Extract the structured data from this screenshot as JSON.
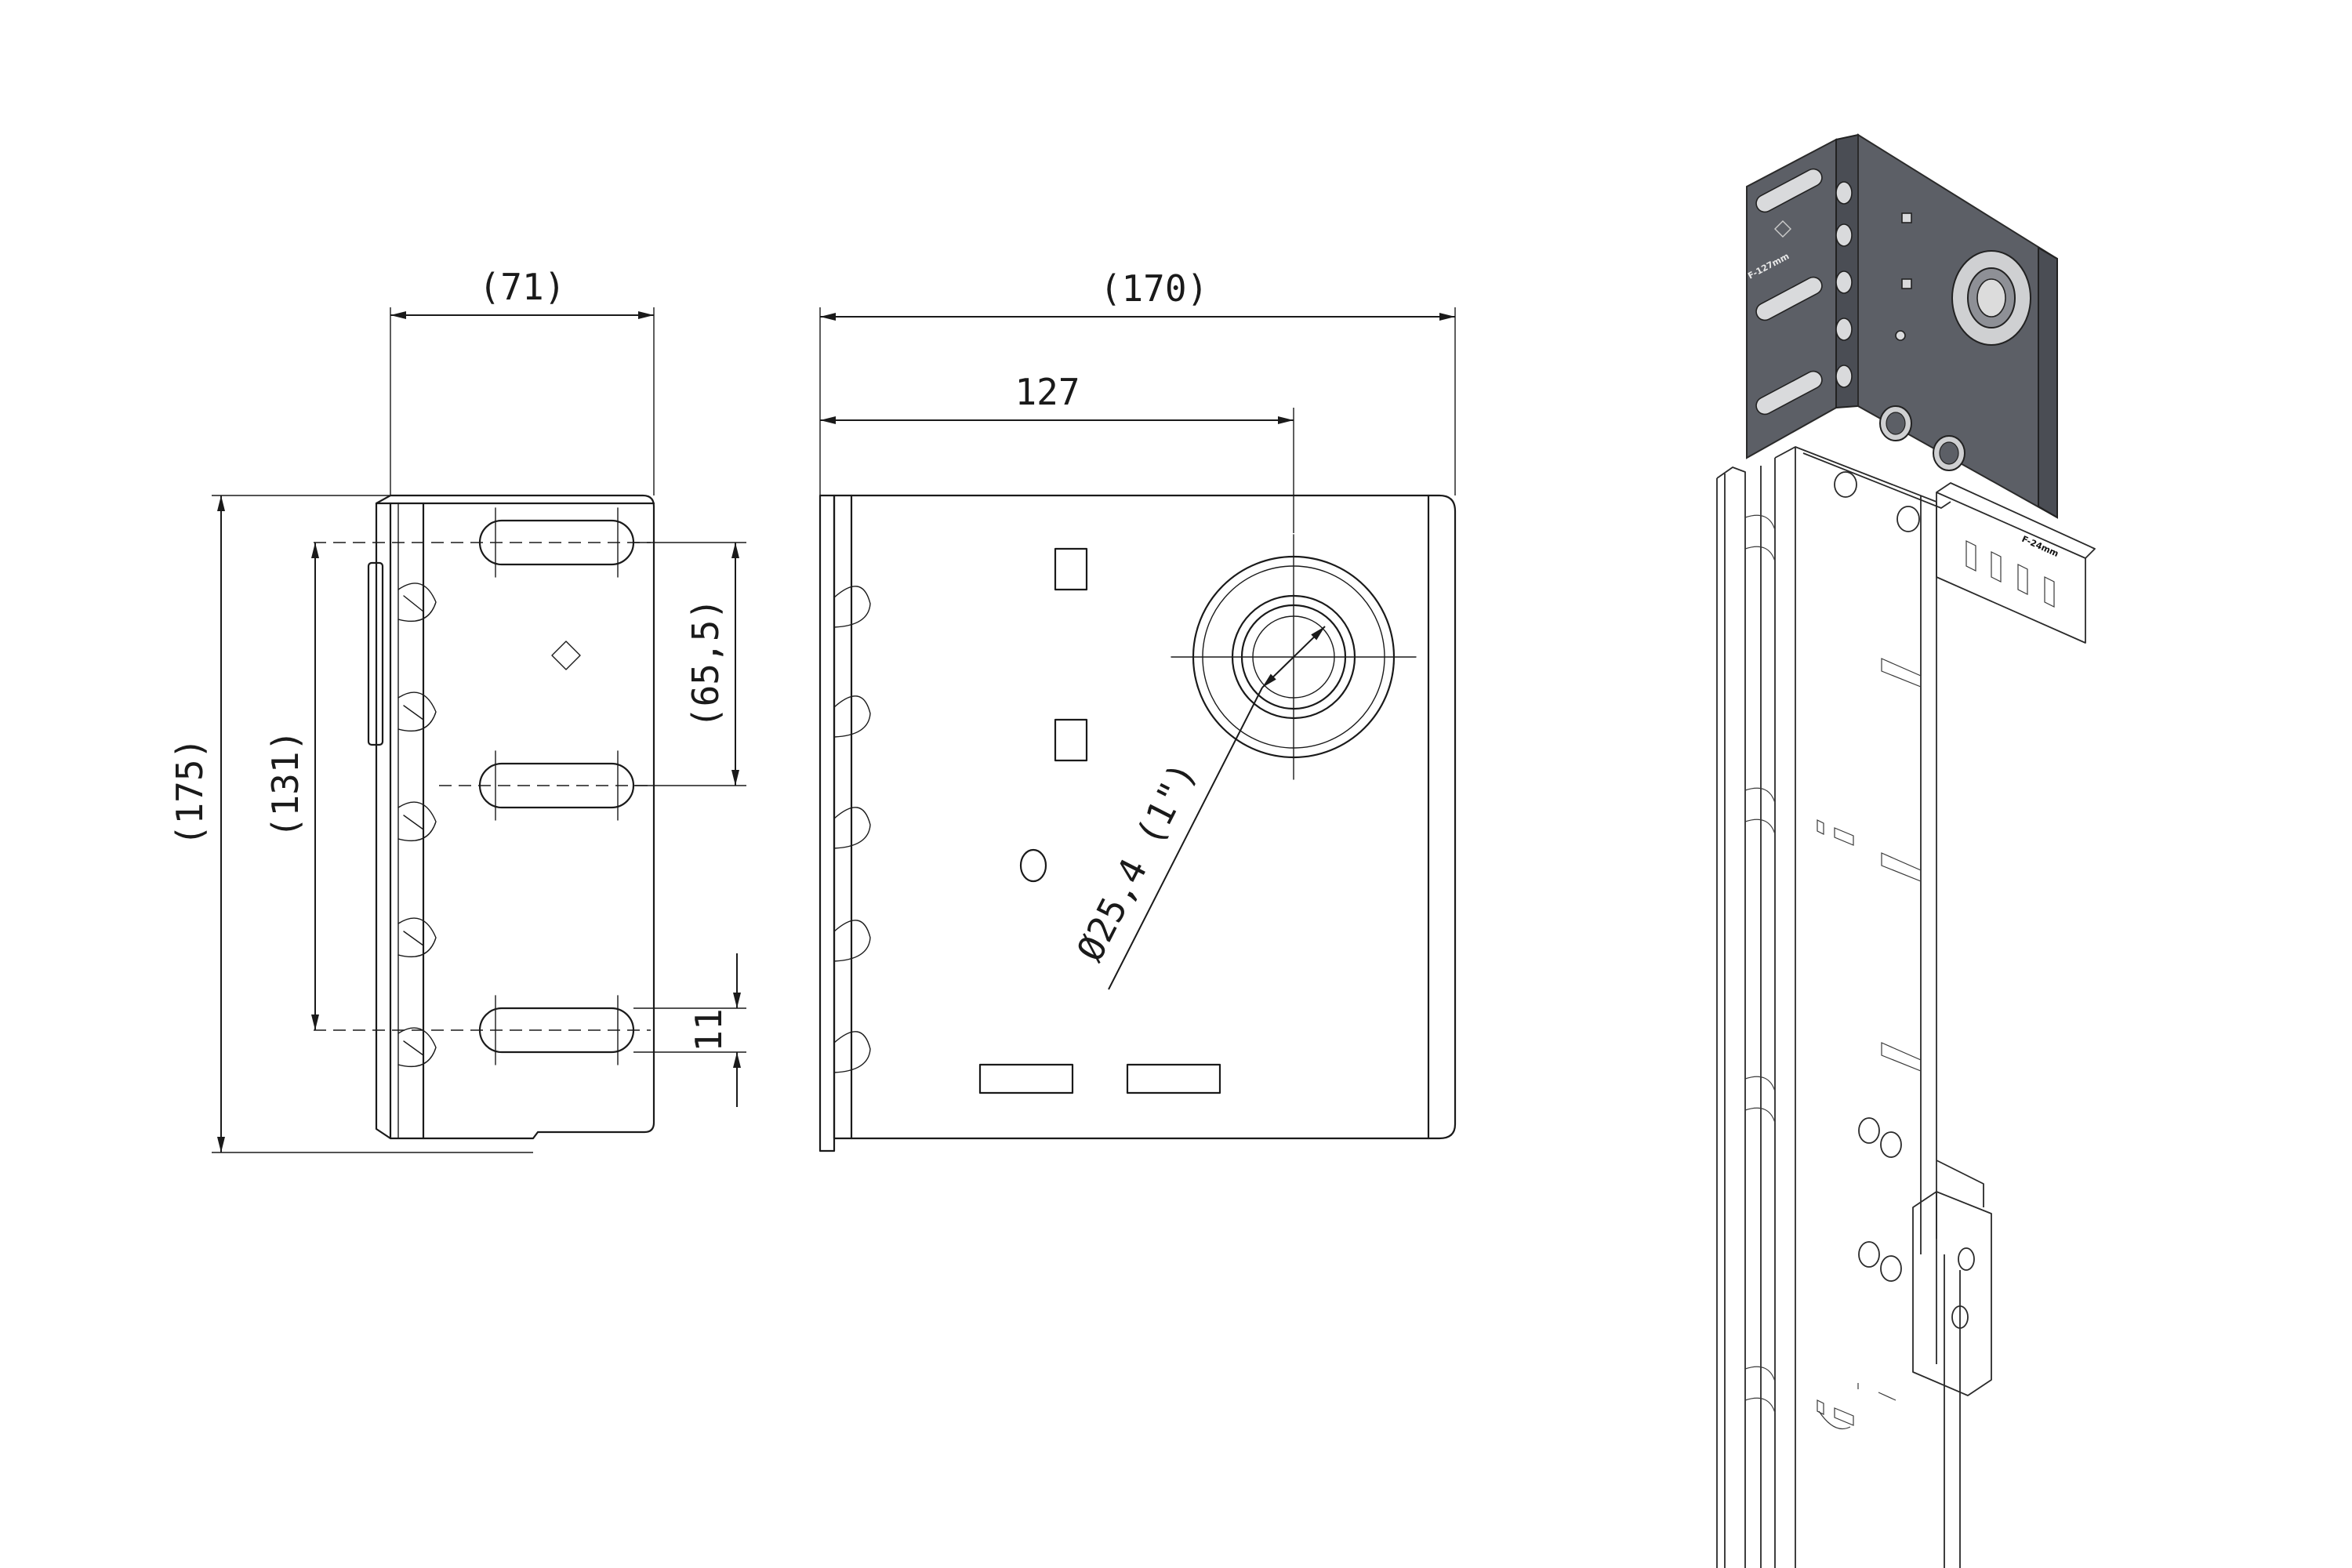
{
  "side_view": {
    "dim_width": "(71)",
    "dim_height": "(175)",
    "dim_slot_span": "(131)",
    "dim_slot_spacing": "(65,5)",
    "dim_slot_width": "11"
  },
  "front_view": {
    "dim_total_width": "(170)",
    "dim_axle_offset": "127",
    "dim_bore": "Ø25,4 (1\")"
  },
  "iso_view": {
    "plate_label": "F-127mm",
    "rail_label": "F-24mm"
  },
  "colors": {
    "line": "#1a1a1a",
    "bracket_grey": "#5c5f66"
  }
}
